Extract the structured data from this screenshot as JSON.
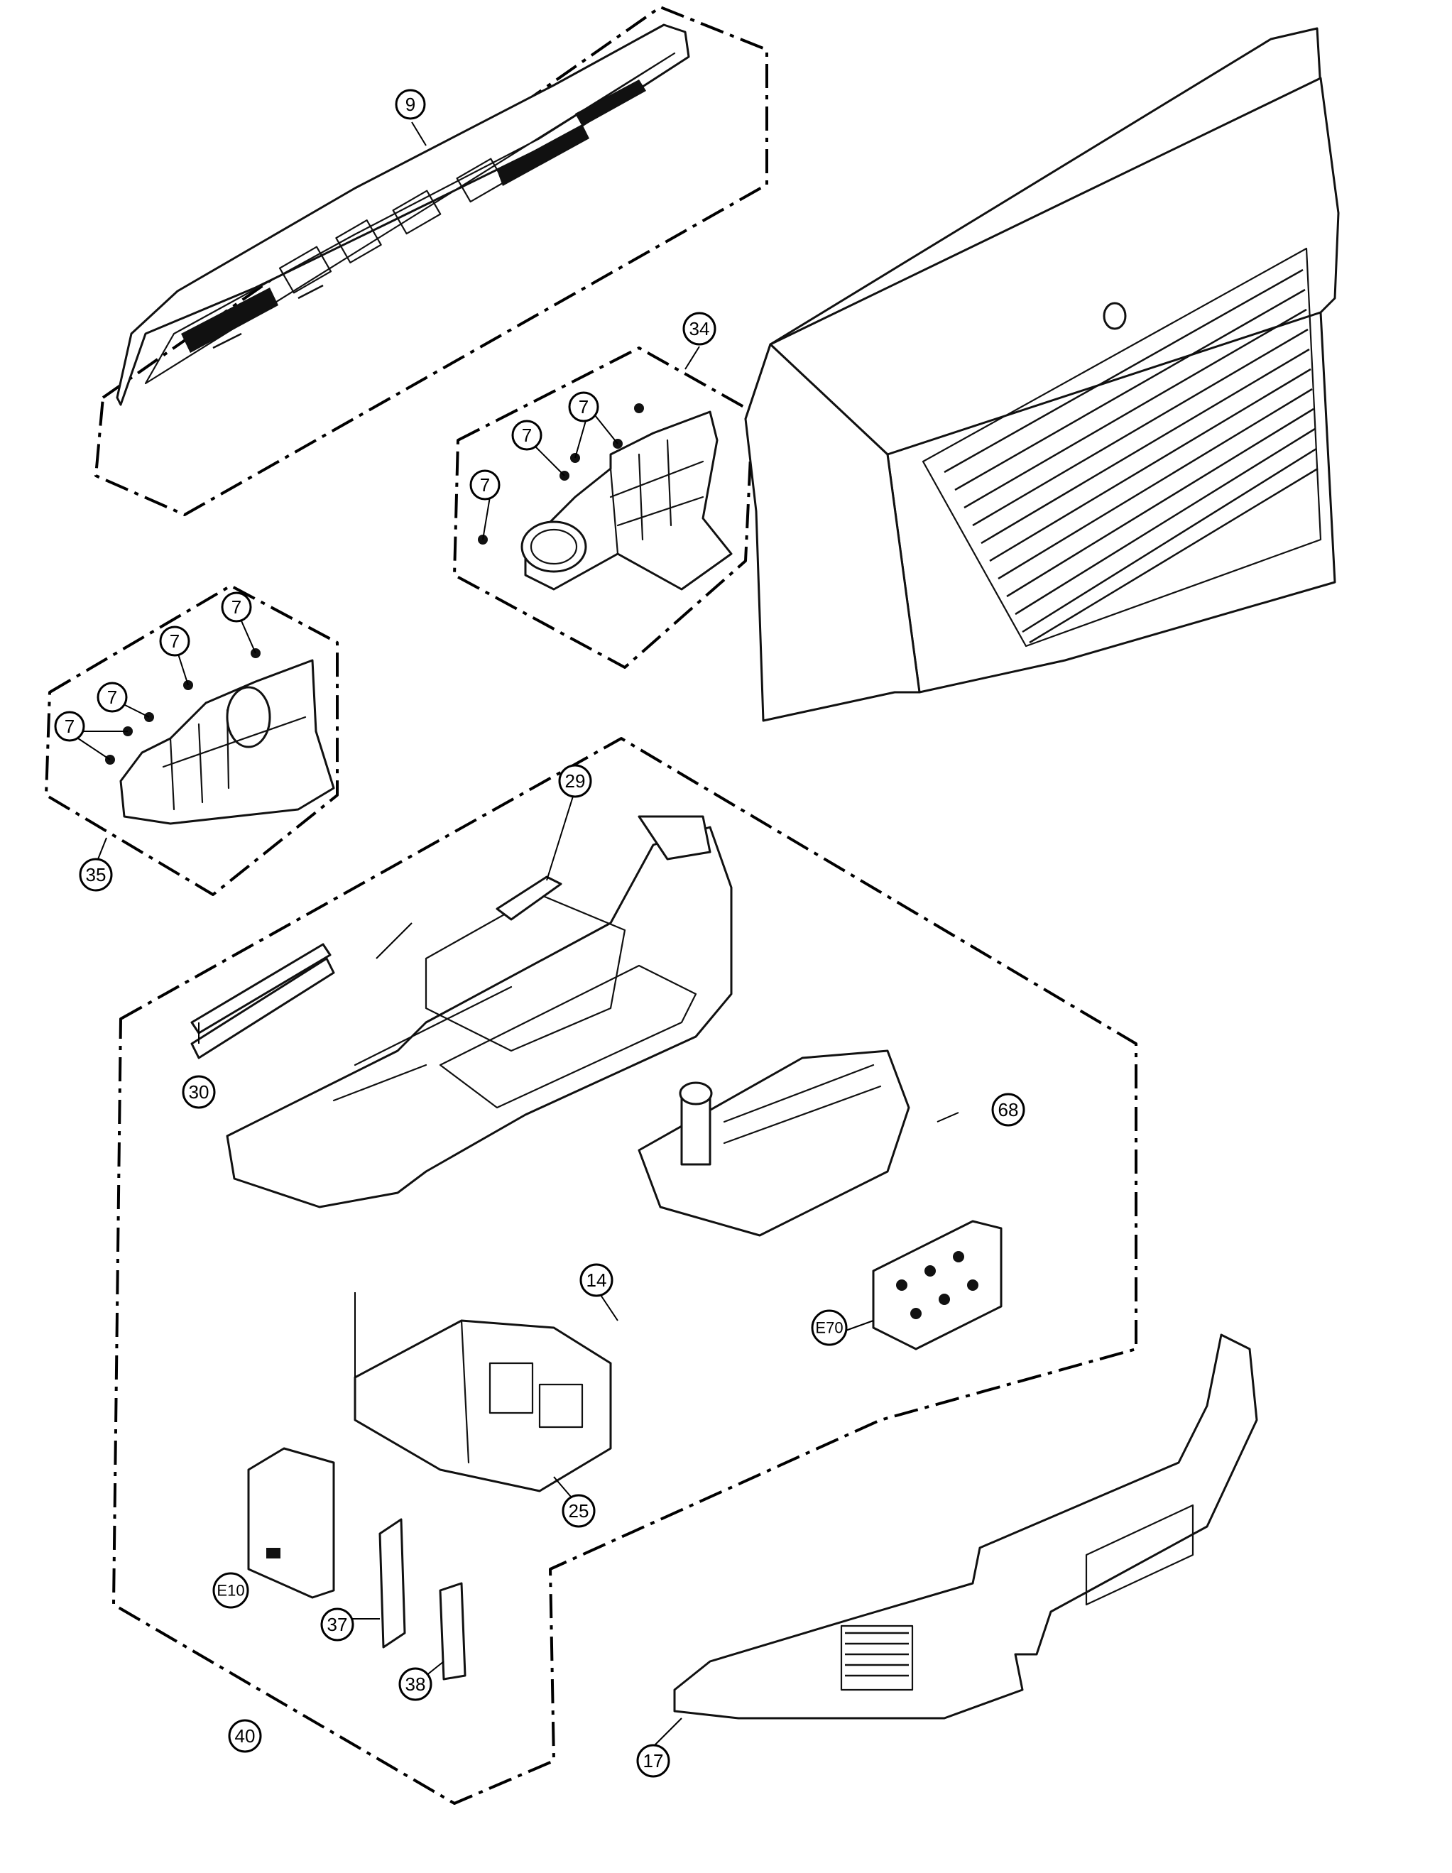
{
  "callouts": {
    "c9": "9",
    "c34": "34",
    "c7a": "7",
    "c7b": "7",
    "c7c": "7",
    "c7d": "7",
    "c7e": "7",
    "c7f": "7",
    "c7g": "7",
    "c35": "35",
    "c29": "29",
    "c30": "30",
    "c68": "68",
    "c14": "14",
    "cE70": "E70",
    "c25": "25",
    "cE10": "E10",
    "c37": "37",
    "c38": "38",
    "c40": "40",
    "c17": "17"
  }
}
